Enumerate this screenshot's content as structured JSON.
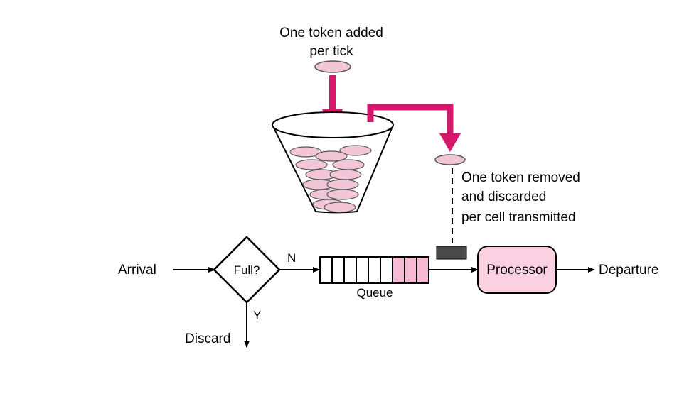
{
  "labels": {
    "token_added_line1": "One token added",
    "token_added_line2": "per tick",
    "token_removed_line1": "One token removed",
    "token_removed_line2": "and discarded",
    "token_removed_line3": "per cell transmitted",
    "arrival": "Arrival",
    "full": "Full?",
    "no": "N",
    "yes": "Y",
    "discard": "Discard",
    "queue": "Queue",
    "processor": "Processor",
    "departure": "Departure"
  },
  "queue": {
    "total_cells": 9,
    "filled_cells": 3
  },
  "colors": {
    "arrow_magenta": "#d6176b",
    "token_fill": "#f2c6d6",
    "queue_fill": "#f7b9d3",
    "processor_fill": "#fbd1e2",
    "gate_fill": "#4a4a4a",
    "line": "#000000"
  }
}
